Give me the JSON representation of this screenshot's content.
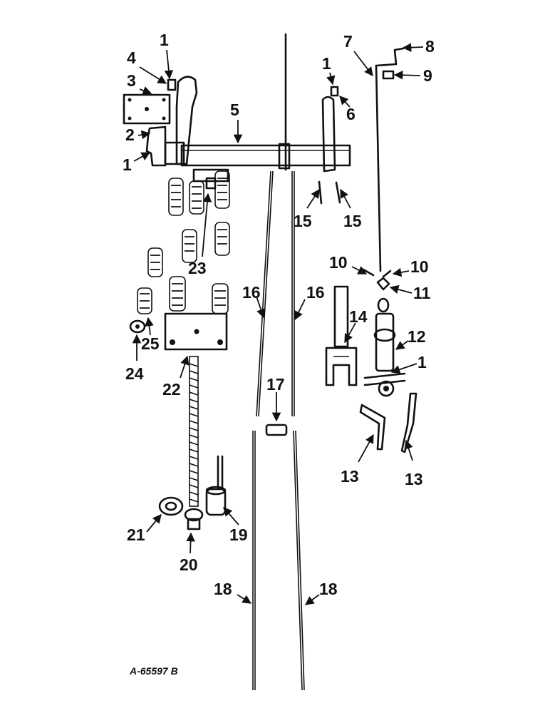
{
  "drawing_number": "A-65597 B",
  "callouts": {
    "c1a": "1",
    "c1b": "1",
    "c1c": "1",
    "c1d": "1",
    "c2": "2",
    "c3": "3",
    "c4": "4",
    "c5": "5",
    "c6": "6",
    "c7": "7",
    "c8": "8",
    "c9": "9",
    "c10a": "10",
    "c10b": "10",
    "c11": "11",
    "c12": "12",
    "c13a": "13",
    "c13b": "13",
    "c14": "14",
    "c15a": "15",
    "c15b": "15",
    "c16a": "16",
    "c16b": "16",
    "c17": "17",
    "c18a": "18",
    "c18b": "18",
    "c19": "19",
    "c20": "20",
    "c21": "21",
    "c22": "22",
    "c23": "23",
    "c24": "24",
    "c25": "25"
  }
}
